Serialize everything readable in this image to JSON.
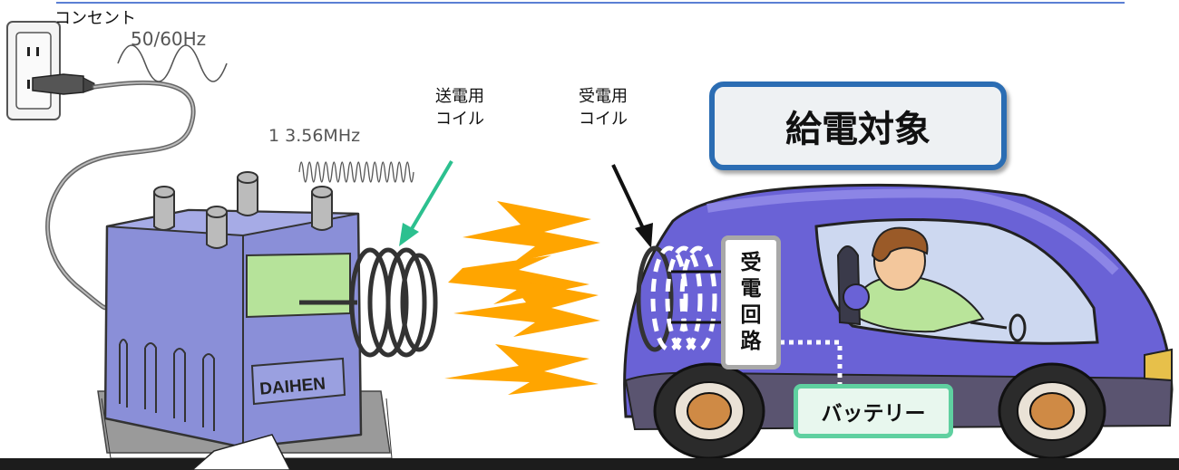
{
  "labels": {
    "outlet": "コンセント",
    "freq_mains": "50/60Hz",
    "freq_rf": "1 3.56MHz",
    "tx_coil": [
      "送電用",
      "コイル"
    ],
    "rx_coil": [
      "受電用",
      "コイル"
    ],
    "target": "給電対象",
    "rx_circuit": [
      "受",
      "電",
      "回",
      "路"
    ],
    "battery": "バッテリー",
    "brand": "DAIHEN"
  },
  "colors": {
    "top_rule": "#5b7fd4",
    "target_border": "#2b6db3",
    "target_fill": "#eef1f3",
    "tx_arrow": "#2cc08f",
    "bolt": "#ffa500",
    "unit_body": "#8a8fd8",
    "unit_display": "#b6e39a",
    "car_body": "#6a62d6",
    "battery_border": "#5fd0a0",
    "battery_fill": "#e8f7ee"
  }
}
